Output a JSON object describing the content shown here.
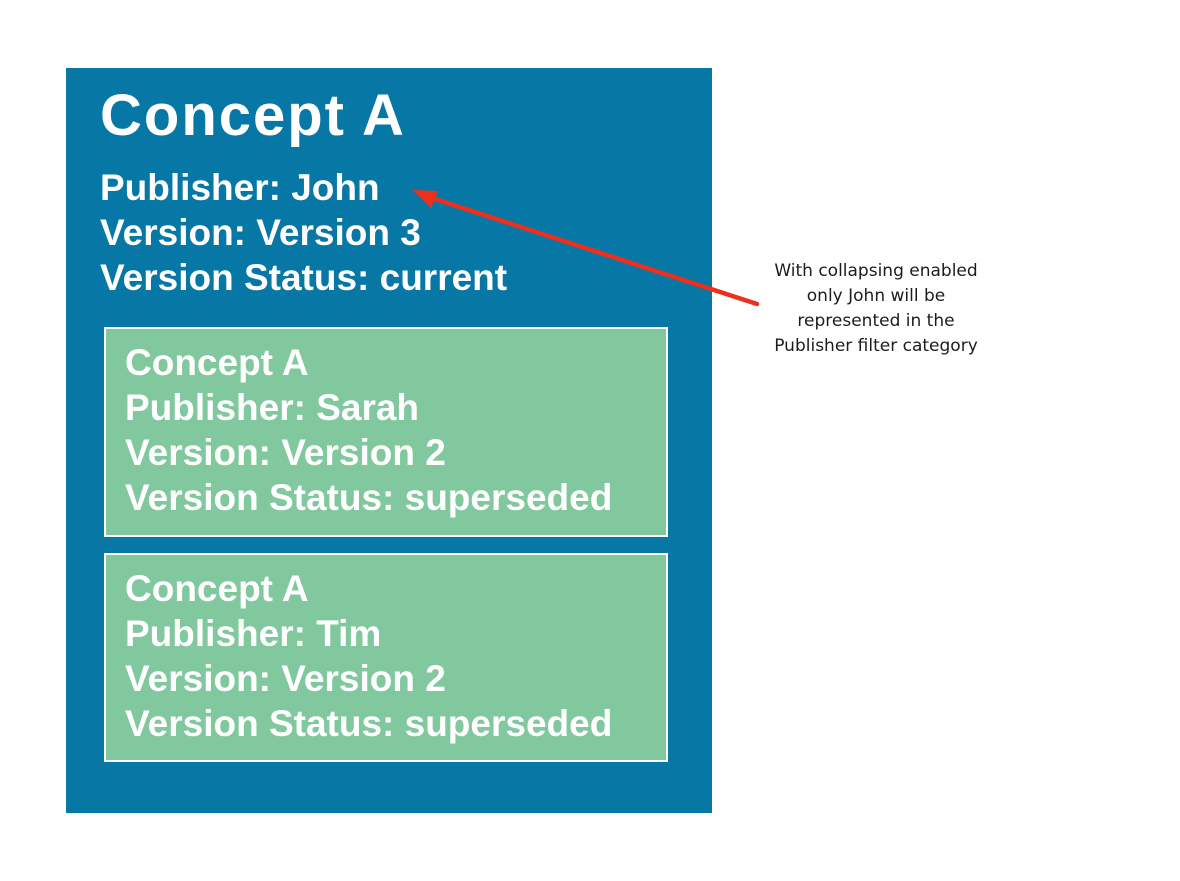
{
  "colors": {
    "page_background": "#ffffff",
    "main_box_blue": "#0778a5",
    "card_green": "#82c89e",
    "arrow_red": "#ed2f1d",
    "box_text_white": "#ffffff",
    "annotation_text": "#1c1c1c"
  },
  "main_box": {
    "title": "Concept A",
    "lines": [
      "Publisher: John",
      "Version: Version 3",
      "Version Status: current"
    ]
  },
  "cards": [
    {
      "lines": [
        "Concept A",
        "Publisher: Sarah",
        "Version: Version 2",
        "Version Status: superseded"
      ]
    },
    {
      "lines": [
        "Concept A",
        "Publisher: Tim",
        "Version: Version 2",
        "Version Status: superseded"
      ]
    }
  ],
  "annotation": {
    "lines": [
      "With collapsing enabled",
      "only John will be",
      "represented in the",
      "Publisher filter category"
    ]
  }
}
